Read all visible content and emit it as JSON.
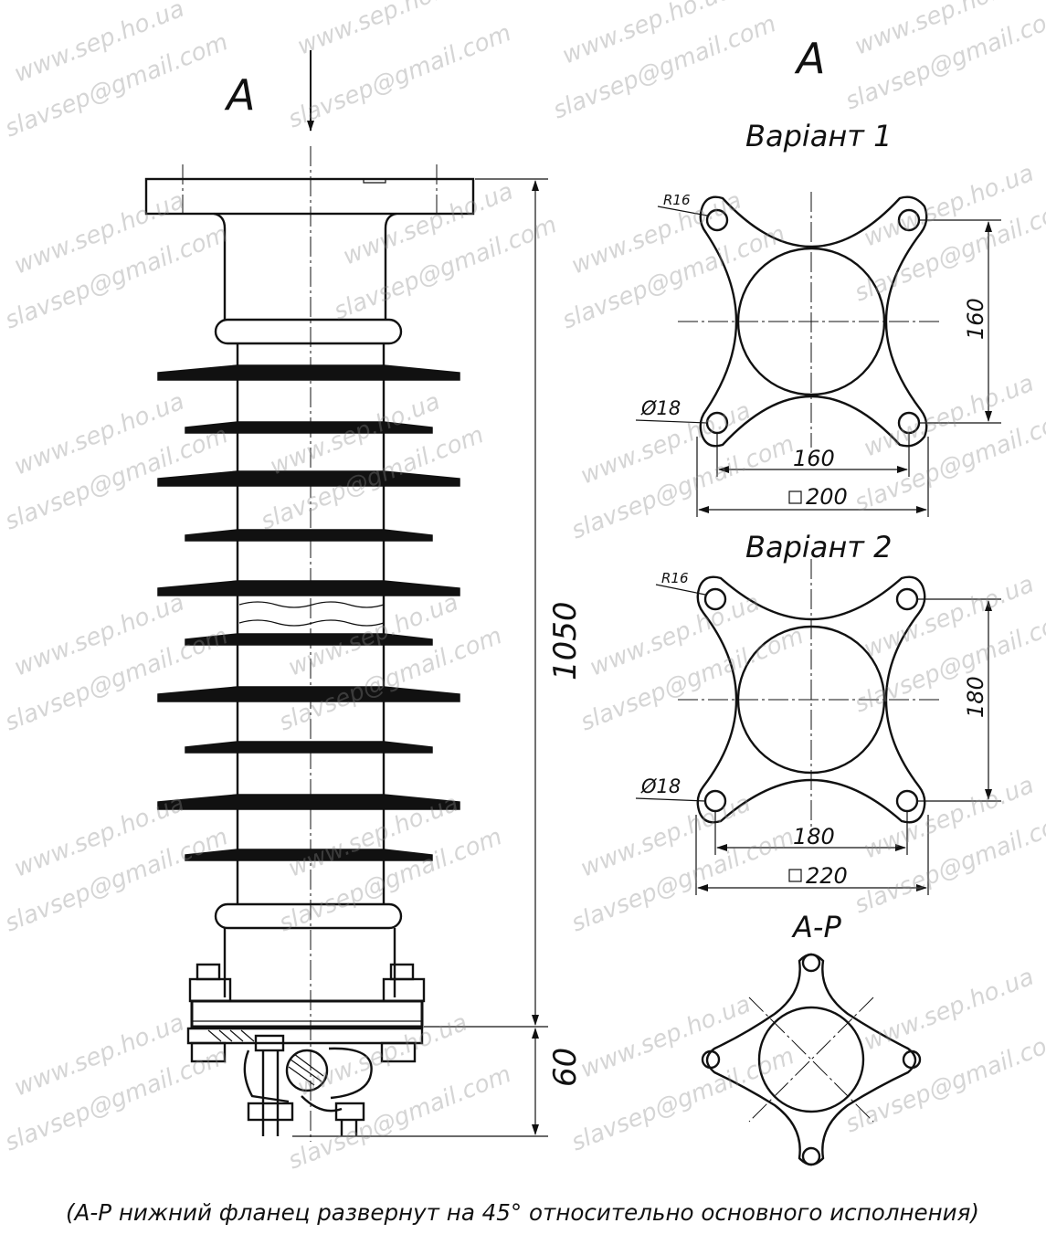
{
  "view_arrow_label": "A",
  "view_title": "A",
  "variant1": {
    "title": "Варіант 1",
    "radius_label": "R16",
    "hole_label": "Ø18",
    "hole_spacing_h": "160",
    "hole_spacing_v": "160",
    "flange_size": "200"
  },
  "variant2": {
    "title": "Варіант 2",
    "radius_label": "R16",
    "hole_label": "Ø18",
    "hole_spacing_h": "180",
    "hole_spacing_v": "180",
    "flange_size": "220"
  },
  "variant_ar": {
    "title": "А-Р"
  },
  "dims": {
    "total_height": "1050",
    "bottom_height": "60"
  },
  "caption": "(А-Р нижний фланец развернут на 45° относительно основного исполнения)",
  "watermarks": [
    "www.sep.ho.ua",
    "slavsep@gmail.com"
  ]
}
